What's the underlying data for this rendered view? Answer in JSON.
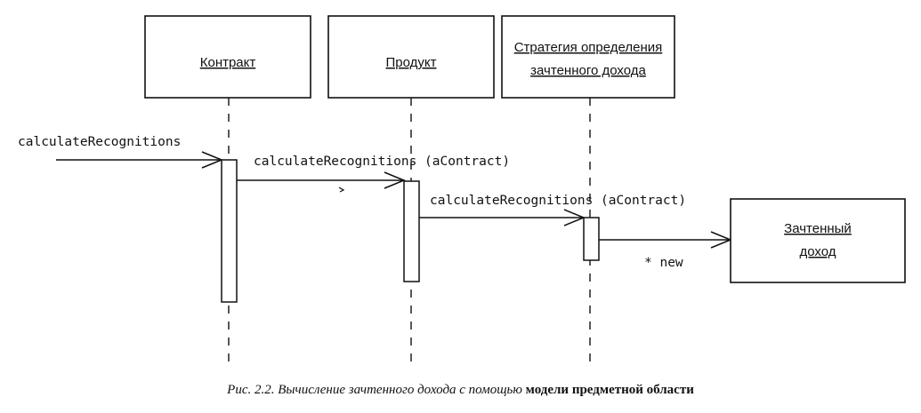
{
  "objects": [
    {
      "id": "contract",
      "lines": [
        "Контракт"
      ]
    },
    {
      "id": "product",
      "lines": [
        "Продукт"
      ]
    },
    {
      "id": "strategy",
      "lines": [
        "Стратегия определения",
        "зачтенного дохода"
      ]
    },
    {
      "id": "recognition",
      "lines": [
        "Зачтенный",
        "доход"
      ]
    }
  ],
  "messages": [
    {
      "label": "calculateRecognitions"
    },
    {
      "label": "calculateRecognitions (aContract)"
    },
    {
      "label": "calculateRecognitions (aContract)"
    },
    {
      "label": "* new"
    }
  ],
  "caption": {
    "italic": "Рис. 2.2. Вычисление зачтенного дохода с помощью ",
    "bold": "модели предметной области"
  }
}
